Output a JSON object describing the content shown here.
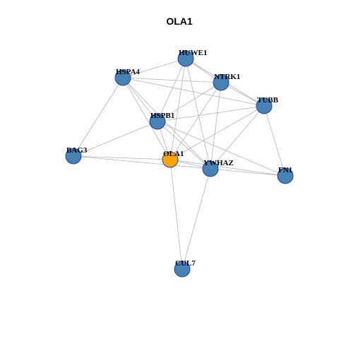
{
  "title": "OLA1",
  "colors": {
    "center_node": "#ffa500",
    "neighbor_node": "#4682b4",
    "node_border": "#1f3fb0",
    "edge": "#b3b3b3"
  },
  "nodes": [
    {
      "id": "HUWE1",
      "label": "HUWE1",
      "role": "neighbor"
    },
    {
      "id": "HSPA4",
      "label": "HSPA4",
      "role": "neighbor"
    },
    {
      "id": "NTRK1",
      "label": "NTRK1",
      "role": "neighbor"
    },
    {
      "id": "TUBB",
      "label": "TUBB",
      "role": "neighbor"
    },
    {
      "id": "HSPB1",
      "label": "HSPB1",
      "role": "neighbor"
    },
    {
      "id": "BAG3",
      "label": "BAG3",
      "role": "neighbor"
    },
    {
      "id": "OLA1",
      "label": "OLA1",
      "role": "center"
    },
    {
      "id": "YWHAZ",
      "label": "YWHAZ",
      "role": "neighbor"
    },
    {
      "id": "FN1",
      "label": "FN1",
      "role": "neighbor"
    },
    {
      "id": "CUL7",
      "label": "CUL7",
      "role": "neighbor"
    }
  ],
  "edges": [
    [
      "HUWE1",
      "HSPA4"
    ],
    [
      "HUWE1",
      "NTRK1"
    ],
    [
      "HUWE1",
      "TUBB"
    ],
    [
      "HUWE1",
      "HSPB1"
    ],
    [
      "HUWE1",
      "OLA1"
    ],
    [
      "HUWE1",
      "YWHAZ"
    ],
    [
      "HSPA4",
      "NTRK1"
    ],
    [
      "HSPA4",
      "TUBB"
    ],
    [
      "HSPA4",
      "HSPB1"
    ],
    [
      "HSPA4",
      "BAG3"
    ],
    [
      "HSPA4",
      "OLA1"
    ],
    [
      "HSPA4",
      "YWHAZ"
    ],
    [
      "NTRK1",
      "TUBB"
    ],
    [
      "NTRK1",
      "HSPB1"
    ],
    [
      "NTRK1",
      "OLA1"
    ],
    [
      "NTRK1",
      "YWHAZ"
    ],
    [
      "TUBB",
      "HSPB1"
    ],
    [
      "TUBB",
      "OLA1"
    ],
    [
      "TUBB",
      "YWHAZ"
    ],
    [
      "TUBB",
      "FN1"
    ],
    [
      "HSPB1",
      "BAG3"
    ],
    [
      "HSPB1",
      "OLA1"
    ],
    [
      "HSPB1",
      "YWHAZ"
    ],
    [
      "HSPB1",
      "FN1"
    ],
    [
      "BAG3",
      "OLA1"
    ],
    [
      "BAG3",
      "YWHAZ"
    ],
    [
      "OLA1",
      "YWHAZ"
    ],
    [
      "OLA1",
      "FN1"
    ],
    [
      "OLA1",
      "CUL7"
    ],
    [
      "YWHAZ",
      "FN1"
    ],
    [
      "YWHAZ",
      "CUL7"
    ]
  ]
}
